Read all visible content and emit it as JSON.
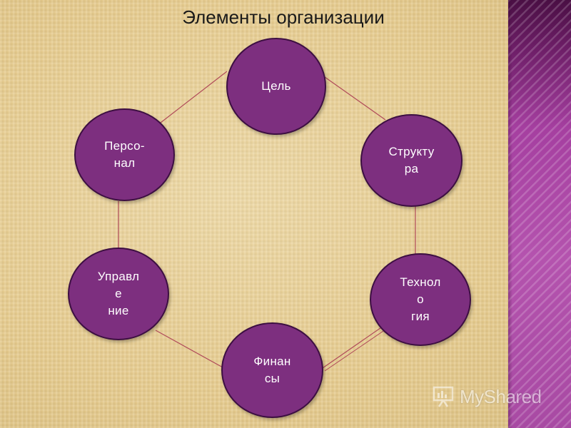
{
  "slide": {
    "title": "Элементы организации",
    "background_color": "#e8cf92",
    "accent_band_color": "#a23d9c"
  },
  "diagram": {
    "type": "cycle",
    "node_color": "#7d2f7f",
    "node_border_color": "#3d0f42",
    "connector_color": "#b04a5a",
    "nodes": [
      {
        "id": "goal",
        "label": "Цель"
      },
      {
        "id": "structure",
        "label": "Структу\nра"
      },
      {
        "id": "technology",
        "label": "Технол\nо\nгия"
      },
      {
        "id": "finance",
        "label": "Финан\nсы"
      },
      {
        "id": "management",
        "label": "Управл\nе\nние"
      },
      {
        "id": "personnel",
        "label": "Персо-\nнал"
      }
    ],
    "edges": [
      [
        "goal",
        "structure"
      ],
      [
        "structure",
        "technology"
      ],
      [
        "technology",
        "finance"
      ],
      [
        "finance",
        "management"
      ],
      [
        "management",
        "personnel"
      ],
      [
        "personnel",
        "goal"
      ]
    ]
  },
  "watermark": {
    "text": "MyShared",
    "icon": "presentation-board-icon"
  }
}
